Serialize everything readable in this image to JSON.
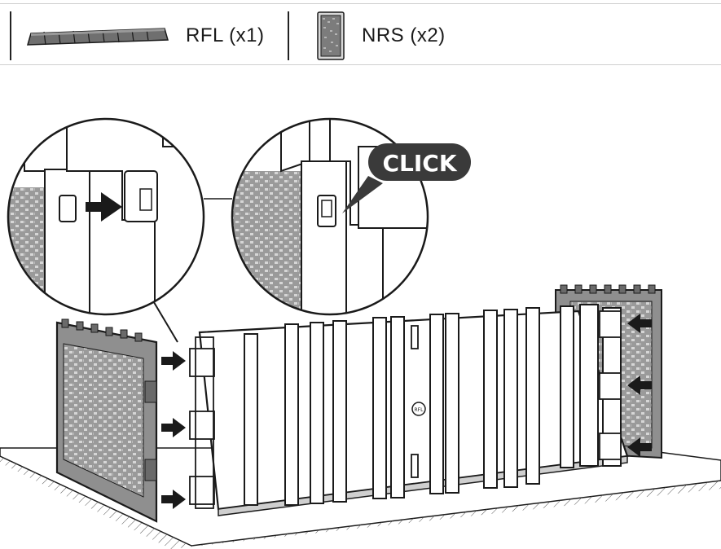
{
  "parts": [
    {
      "icon": "rfl-floor-icon",
      "label": "RFL (x1)"
    },
    {
      "icon": "nrs-panel-icon",
      "label": "NRS (x2)"
    }
  ],
  "callout": {
    "text": "CLICK"
  },
  "floor_marking": "RFL",
  "colors": {
    "stroke": "#1a1a1a",
    "panel_fill": "#8a8a8a",
    "callout_bg": "#3a3a3a",
    "callout_text": "#ffffff",
    "arrow": "#1a1a1a"
  }
}
